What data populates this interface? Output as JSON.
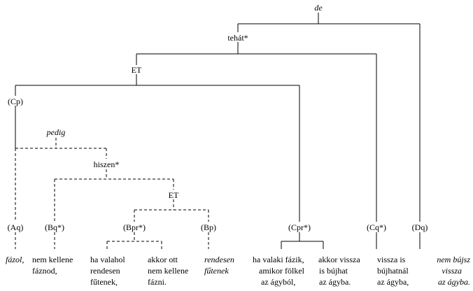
{
  "nodes": {
    "de": "de",
    "tehat": "tehát*",
    "et_top": "ET",
    "cp": "(Cp)",
    "pedig": "pedig",
    "hiszen": "hiszen*",
    "et_low": "ET",
    "aq": "(Aq)",
    "bq": "(Bq*)",
    "bpr": "(Bpr*)",
    "bp": "(Bp)",
    "cpr": "(Cpr*)",
    "cq": "(Cq*)",
    "dq": "(Dq)"
  },
  "texts": {
    "aq": [
      "fázol,"
    ],
    "bq": [
      "nem kellene",
      "fáznod,"
    ],
    "bpr_a": [
      "ha valahol",
      "rendesen",
      "fűtenek,"
    ],
    "bpr_b": [
      "akkor ott",
      "nem kellene",
      "fázni."
    ],
    "bp": [
      "rendesen",
      "fűtenek"
    ],
    "cpr_a": [
      "ha valaki fázik,",
      "amikor fölkel",
      "az ágyból,"
    ],
    "cpr_b": [
      "akkor vissza",
      "is bújhat",
      "az ágyba."
    ],
    "cq": [
      "vissza is",
      "bújhatnál",
      "az ágyba,"
    ],
    "dq": [
      "nem bújsz",
      "vissza",
      "az ágyba."
    ]
  }
}
